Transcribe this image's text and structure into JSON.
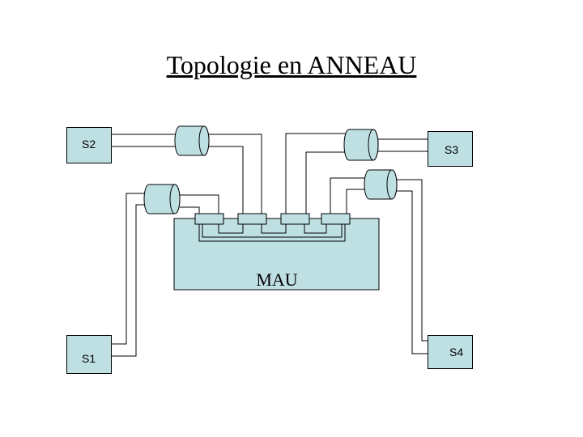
{
  "title": "Topologie en ANNEAU",
  "hub": {
    "label": "MAU"
  },
  "stations": {
    "s1": "S1",
    "s2": "S2",
    "s3": "S3",
    "s4": "S4"
  },
  "colors": {
    "fill": "#bfe0e3",
    "line": "#000000"
  }
}
